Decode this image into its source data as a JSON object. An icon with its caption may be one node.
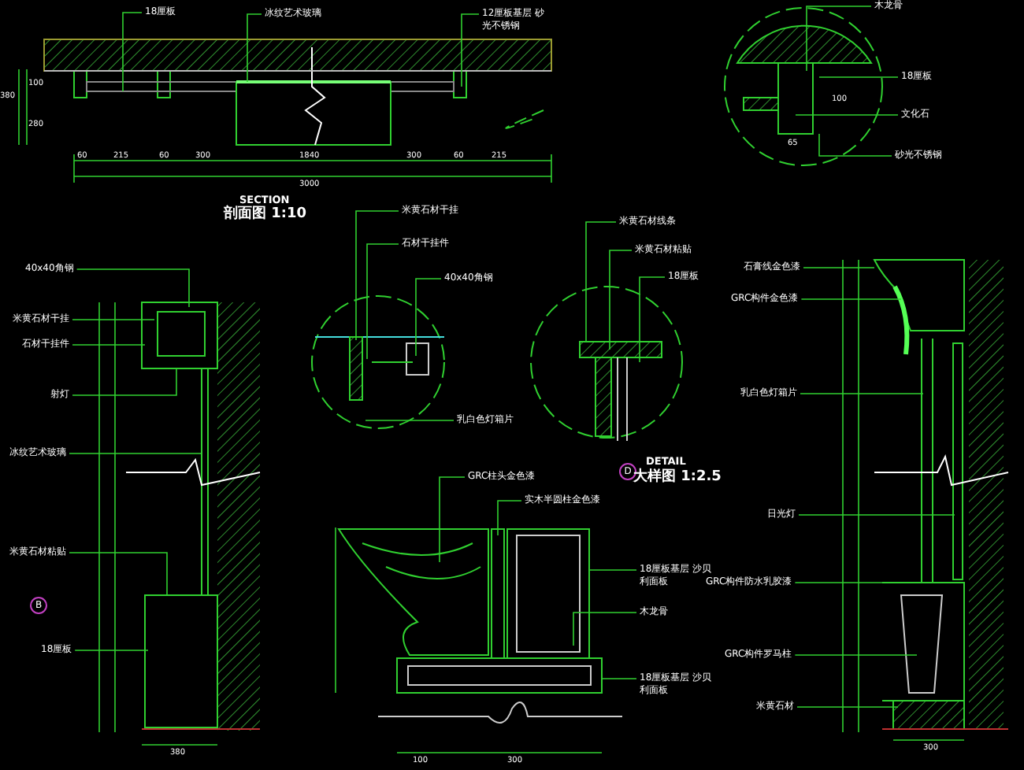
{
  "diagram": {
    "nodes": [
      {
        "text": [
          "18厘板"
        ]
      },
      {
        "text": [
          "冰纹艺术玻璃"
        ]
      },
      {
        "text": [
          "12厘板基层 砂光不锈钢"
        ]
      },
      {
        "text": [
          "木龙骨"
        ]
      },
      {
        "text": [
          "18厘板"
        ]
      },
      {
        "text": [
          "文化石"
        ]
      },
      {
        "text": [
          "砂光不锈钢"
        ]
      },
      {
        "text": [
          "40x40角钢"
        ]
      },
      {
        "text": [
          "米黄石材干挂"
        ]
      },
      {
        "text": [
          "石材干挂件"
        ]
      },
      {
        "text": [
          "射灯"
        ]
      },
      {
        "text": [
          "冰纹艺术玻璃"
        ]
      },
      {
        "text": [
          "米黄石材粘贴"
        ]
      },
      {
        "text": [
          "18厘板"
        ]
      },
      {
        "text": [
          "米黄石材干挂"
        ]
      },
      {
        "text": [
          "石材干挂件"
        ]
      },
      {
        "text": [
          "40x40角钢"
        ]
      },
      {
        "text": [
          "乳白色灯箱片"
        ]
      },
      {
        "text": [
          "米黄石材线条"
        ]
      },
      {
        "text": [
          "米黄石材粘贴"
        ]
      },
      {
        "text": [
          "18厘板"
        ]
      },
      {
        "text": [
          "GRC柱头金色漆"
        ]
      },
      {
        "text": [
          "实木半圆柱金色漆"
        ]
      },
      {
        "text": [
          "18厘板基层 沙贝利面板"
        ]
      },
      {
        "text": [
          "木龙骨"
        ]
      },
      {
        "text": [
          "18厘板基层 沙贝利面板"
        ]
      },
      {
        "text": [
          "石膏线金色漆"
        ]
      },
      {
        "text": [
          "GRC构件金色漆"
        ]
      },
      {
        "text": [
          "乳白色灯箱片"
        ]
      },
      {
        "text": [
          "日光灯"
        ]
      },
      {
        "text": [
          "GRC构件防水乳胶漆"
        ]
      },
      {
        "text": [
          "GRC构件罗马柱"
        ]
      },
      {
        "text": [
          "米黄石材"
        ]
      },
      {
        "text": [],
        "shape": "picture"
      },
      {
        "text": [],
        "shape": "picture"
      },
      {
        "text": [],
        "shape": "picture"
      },
      {
        "text": [],
        "shape": "picture"
      },
      {
        "text": [],
        "shape": "picture"
      },
      {
        "text": [],
        "shape": "picture"
      },
      {
        "text": [],
        "shape": "picture"
      }
    ],
    "edges": [
      {
        "from": 0,
        "to": 33,
        "arrow": "none"
      },
      {
        "from": 1,
        "to": 33,
        "arrow": "none"
      },
      {
        "from": 2,
        "to": 33,
        "arrow": "none"
      },
      {
        "from": 3,
        "to": 34,
        "arrow": "none"
      },
      {
        "from": 4,
        "to": 34,
        "arrow": "none"
      },
      {
        "from": 5,
        "to": 34,
        "arrow": "none"
      },
      {
        "from": 6,
        "to": 34,
        "arrow": "none"
      },
      {
        "from": 7,
        "to": 35,
        "arrow": "none"
      },
      {
        "from": 8,
        "to": 35,
        "arrow": "none"
      },
      {
        "from": 9,
        "to": 35,
        "arrow": "none"
      },
      {
        "from": 10,
        "to": 35,
        "arrow": "none"
      },
      {
        "from": 11,
        "to": 35,
        "arrow": "none"
      },
      {
        "from": 12,
        "to": 35,
        "arrow": "none"
      },
      {
        "from": 13,
        "to": 35,
        "arrow": "none"
      },
      {
        "from": 14,
        "to": 36,
        "arrow": "none"
      },
      {
        "from": 15,
        "to": 36,
        "arrow": "none"
      },
      {
        "from": 16,
        "to": 36,
        "arrow": "none"
      },
      {
        "from": 17,
        "to": 36,
        "arrow": "none"
      },
      {
        "from": 18,
        "to": 37,
        "arrow": "none"
      },
      {
        "from": 19,
        "to": 37,
        "arrow": "none"
      },
      {
        "from": 20,
        "to": 37,
        "arrow": "none"
      },
      {
        "from": 21,
        "to": 38,
        "arrow": "none"
      },
      {
        "from": 22,
        "to": 38,
        "arrow": "none"
      },
      {
        "from": 23,
        "to": 38,
        "arrow": "none"
      },
      {
        "from": 24,
        "to": 38,
        "arrow": "none"
      },
      {
        "from": 25,
        "to": 38,
        "arrow": "none"
      },
      {
        "from": 26,
        "to": 39,
        "arrow": "none"
      },
      {
        "from": 27,
        "to": 39,
        "arrow": "none"
      },
      {
        "from": 28,
        "to": 39,
        "arrow": "none"
      },
      {
        "from": 29,
        "to": 39,
        "arrow": "none"
      },
      {
        "from": 30,
        "to": 39,
        "arrow": "none"
      },
      {
        "from": 31,
        "to": 39,
        "arrow": "none"
      },
      {
        "from": 32,
        "to": 39,
        "arrow": "none"
      }
    ],
    "labels": [
      "380",
      "100",
      "280",
      "60",
      "215",
      "60",
      "300",
      "1840",
      "300",
      "60",
      "215",
      "3000",
      "100",
      "65",
      "SECTION",
      "剖面图 1:10",
      "B",
      "380",
      "DETAIL",
      "D",
      "大样图 1:2.5",
      "100",
      "300",
      "300"
    ]
  }
}
